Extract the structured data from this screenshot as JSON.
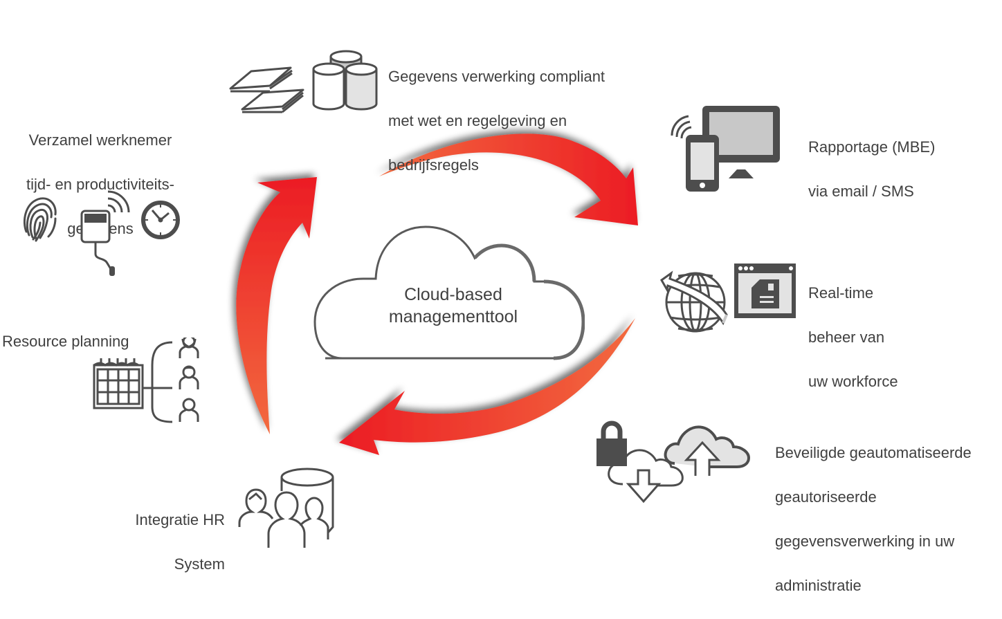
{
  "diagram": {
    "center": {
      "lines": [
        "Cloud-based",
        "managementtool"
      ],
      "icon": "cloud-icon"
    },
    "nodes": [
      {
        "id": "compliance",
        "lines": [
          "Gegevens verwerking compliant",
          "met wet en regelgeving en",
          "bedrijfsregels"
        ],
        "icons": [
          "documents-icon",
          "database-cylinders-icon"
        ]
      },
      {
        "id": "reporting",
        "lines": [
          "Rapportage (MBE)",
          "via email / SMS"
        ],
        "icons": [
          "phone-monitor-wireless-icon"
        ]
      },
      {
        "id": "realtime",
        "lines": [
          "Real-time",
          "beheer van",
          "uw workforce"
        ],
        "icons": [
          "globe-arrow-icon",
          "browser-window-icon"
        ]
      },
      {
        "id": "secure",
        "lines": [
          "Beveiligde geautomatiseerde",
          "geautoriseerde",
          "gegevensverwerking in uw",
          "administratie"
        ],
        "icons": [
          "lock-icon",
          "cloud-download-icon",
          "cloud-upload-icon"
        ]
      },
      {
        "id": "hr",
        "lines": [
          "Integratie HR",
          "System"
        ],
        "icons": [
          "people-database-icon"
        ]
      },
      {
        "id": "planning",
        "lines": [
          "Resource planning"
        ],
        "icons": [
          "calendar-people-icon"
        ]
      },
      {
        "id": "collect",
        "lines": [
          "Verzamel werknemer",
          "tijd- en productiviteits-",
          "gegevens"
        ],
        "icons": [
          "fingerprint-icon",
          "rfid-reader-icon",
          "clock-icon"
        ]
      }
    ],
    "cycle_arrows": [
      "arrow-top",
      "arrow-right",
      "arrow-bottom",
      "arrow-left"
    ],
    "colors": {
      "arrow_start": "#f26a3f",
      "arrow_end": "#ec1c24",
      "icon_dark": "#4d4d4d",
      "icon_light_fill": "#e3e3e3",
      "icon_mid_fill": "#c8c8c8",
      "text": "#404040"
    }
  }
}
